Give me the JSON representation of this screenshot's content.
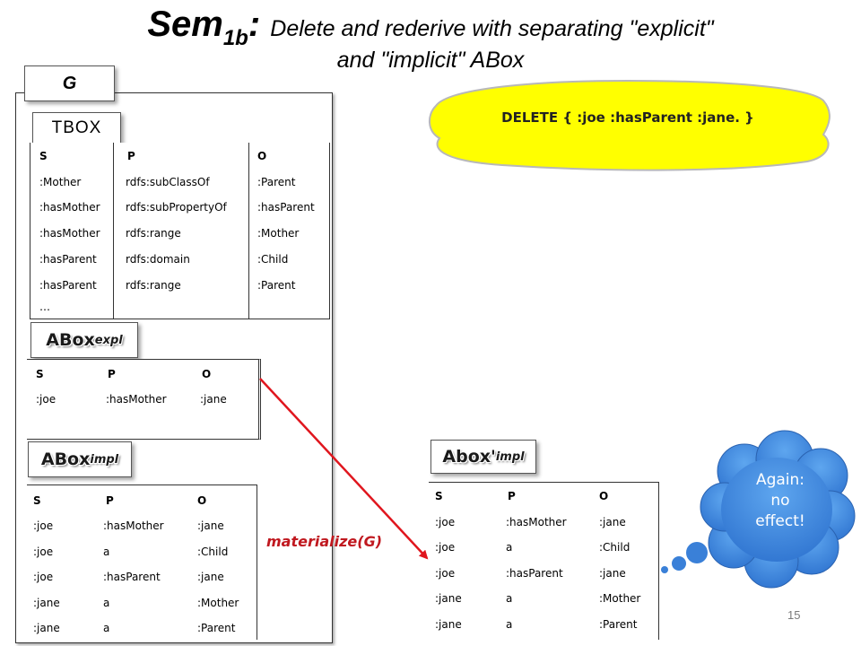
{
  "title": {
    "main": "Sem",
    "subscript": "1b",
    "colon": ": ",
    "rest_line1": "Delete and rederive with separating \"explicit\"",
    "line2": "and \"implicit\" ABox"
  },
  "g_label": "G",
  "tbox_label": "TBOX",
  "tbox_table": {
    "headers": [
      "S",
      "P",
      "O"
    ],
    "rows": [
      [
        ":Mother",
        "rdfs:subClassOf",
        ":Parent"
      ],
      [
        ":hasMother",
        "rdfs:subPropertyOf",
        ":hasParent"
      ],
      [
        ":hasMother",
        "rdfs:range",
        ":Mother"
      ],
      [
        ":hasParent",
        "rdfs:domain",
        ":Child"
      ],
      [
        ":hasParent",
        "rdfs:range",
        ":Parent"
      ]
    ],
    "ellipsis": "…"
  },
  "abox_expl_label": {
    "main": "ABox",
    "sub": "expl"
  },
  "abox_expl_table": {
    "headers": [
      "S",
      "P",
      "O"
    ],
    "rows": [
      [
        ":joe",
        ":hasMother",
        ":jane"
      ]
    ]
  },
  "abox_impl_label": {
    "main": "ABox",
    "sub": "impl"
  },
  "abox_impl_table": {
    "headers": [
      "S",
      "P",
      "O"
    ],
    "rows": [
      [
        ":joe",
        ":hasMother",
        ":jane"
      ],
      [
        ":joe",
        "a",
        ":Child"
      ],
      [
        ":joe",
        ":hasParent",
        ":jane"
      ],
      [
        ":jane",
        "a",
        ":Mother"
      ],
      [
        ":jane",
        "a",
        ":Parent"
      ]
    ]
  },
  "abox_prime_label": {
    "main": "Abox'",
    "sub": "impl"
  },
  "abox_prime_table": {
    "headers": [
      "S",
      "P",
      "O"
    ],
    "rows": [
      [
        ":joe",
        ":hasMother",
        ":jane"
      ],
      [
        ":joe",
        "a",
        ":Child"
      ],
      [
        ":joe",
        ":hasParent",
        ":jane"
      ],
      [
        ":jane",
        "a",
        ":Mother"
      ],
      [
        ":jane",
        "a",
        ":Parent"
      ]
    ]
  },
  "delete_bubble": "DELETE { :joe :hasParent :jane. }",
  "materialize_label": "materialize(G)",
  "thought_cloud": {
    "line1": "Again:",
    "line2": "no",
    "line3": "effect!"
  },
  "page_number": "15",
  "colors": {
    "bubble_fill": "#ffff00",
    "arrow": "#e0161e",
    "materialize_text": "#c0181f",
    "cloud_fill": "#4a8fe0",
    "cloud_dots": "#3a80d8"
  }
}
